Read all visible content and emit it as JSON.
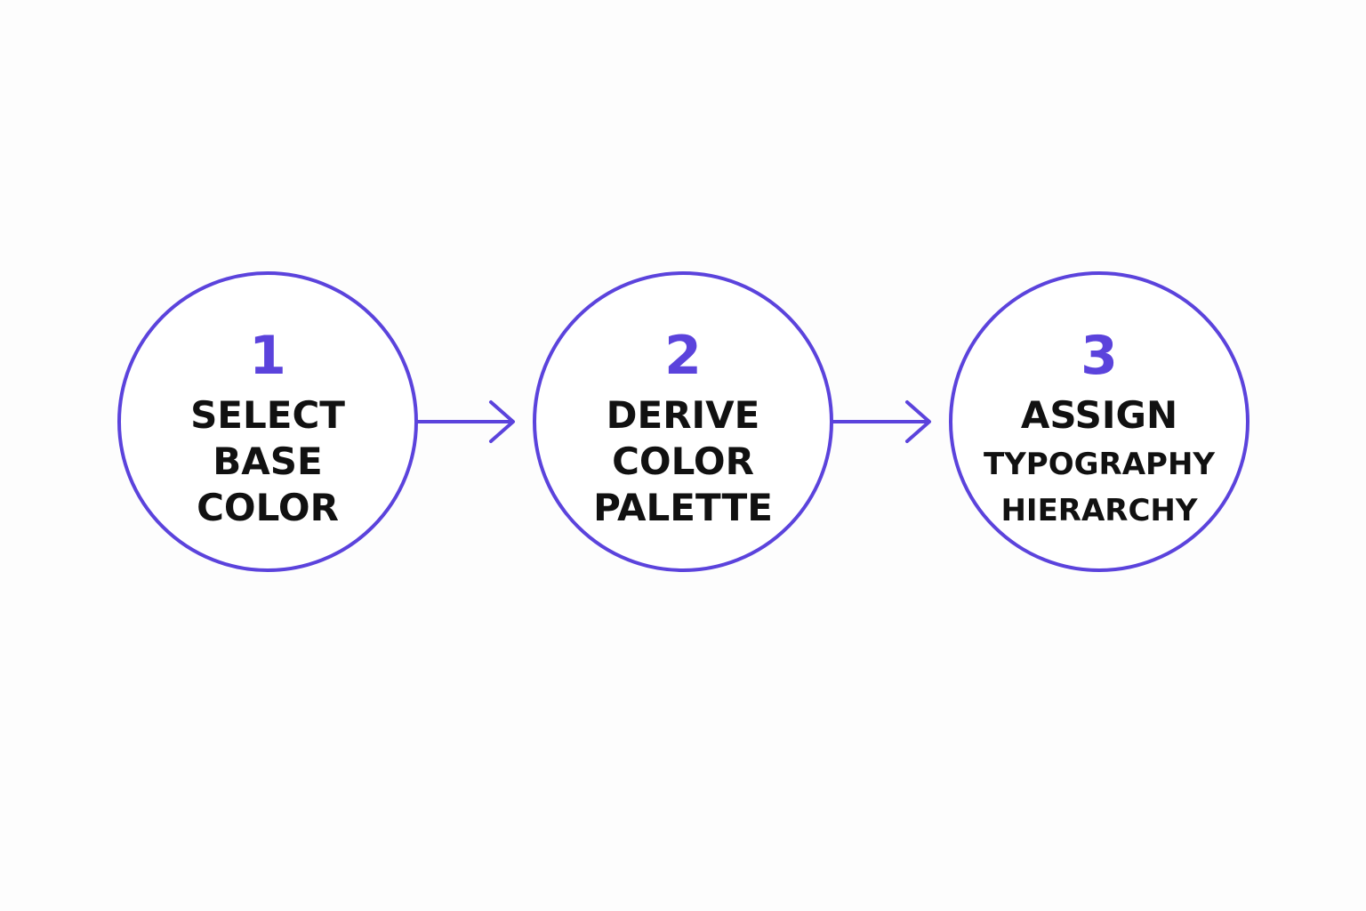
{
  "colors": {
    "accent": "#5b43dc",
    "text": "#111111",
    "background": "#fdfdfd"
  },
  "steps": [
    {
      "number": "1",
      "label": "SELECT\nBASE\nCOLOR"
    },
    {
      "number": "2",
      "label": "DERIVE\nCOLOR\nPALETTE"
    },
    {
      "number": "3",
      "label_line1": "ASSIGN",
      "label_rest": "TYPOGRAPHY\nHIERARCHY"
    }
  ],
  "connectors": [
    {
      "from": "1",
      "to": "2",
      "icon": "arrow-right-icon"
    },
    {
      "from": "2",
      "to": "3",
      "icon": "arrow-right-icon"
    }
  ]
}
